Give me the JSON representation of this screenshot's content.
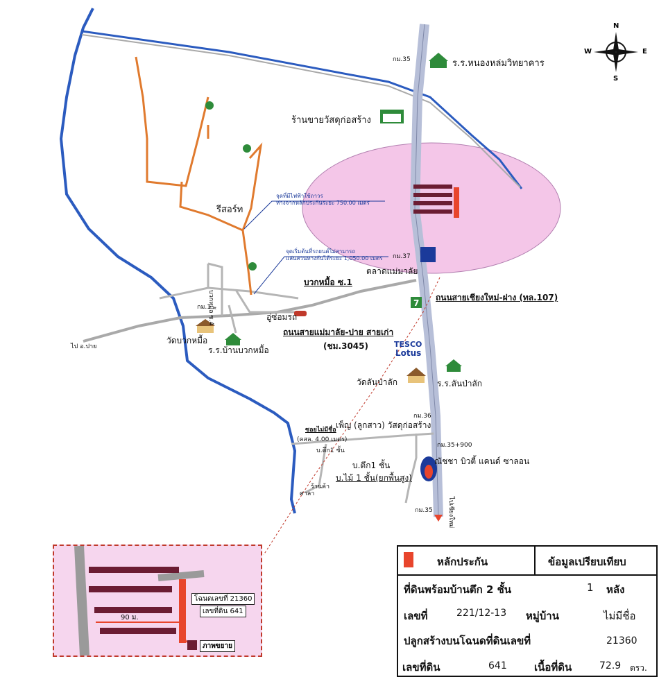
{
  "compass": {
    "n": "N",
    "s": "S",
    "e": "E",
    "w": "W"
  },
  "labels": {
    "school_nonglom": "ร.ร.หนองหล่มวิทยาคาร",
    "km35_top": "กม.35",
    "hardware_store": "ร้านขายวัสดุก่อสร้าง",
    "resort": "รีสอร์ท",
    "power_note_1": "จุดที่มีไฟฟ้าใช้ถาวร",
    "power_note_2": "ห่างจากหลักประกันระยะ 750.00 เมตร",
    "start_note_1": "จุดเริ่มต้นที่รถยนต์ไม่สามารถ",
    "start_note_2": "แล่นสวนทางกันได้ระยะ 1,050.00 เมตร",
    "km37": "กม.37",
    "mae_malai_market": "ตลาดแม่มาลัย",
    "buak_muea_junction": "บวกหมื้อ ซ.1",
    "soi_4": "บวกหมื้อ ซ.4",
    "garage": "อู่ซ่อมรถ",
    "km1": "กม.1",
    "wat_buak_muea": "วัดบวกหมื้อ",
    "school_buak_muea": "ร.ร.บ้านบวกหมื้อ",
    "road_mae_malai_pai": "ถนนสายแม่มาลัย-ปาย สายเก่า",
    "road_code_3045": "(ชม.3045)",
    "road_chiangmai_fang": "ถนนสายเชียงใหม่-ฝาง (ทล.107)",
    "to_pai": "ไป อ.ปาย",
    "tesco_1": "TESCO",
    "tesco_2": "Lotus",
    "wat_lan_pa_lak": "วัดลันป่าลัก",
    "school_lan_pa_lak": "ร.ร.ลันป่าลัก",
    "km36": "กม.36",
    "km35_900": "กม.35+900",
    "phen_store": "เพ็ญ (ลูกสาว) วัสดุก่อสร้าง",
    "unnamed_soi": "ซอยไม่มีชื่อ",
    "soi_width": "(คสล. 4.00 เมตร)",
    "house_1_storey_top": "บ.ตึก1 ชั้น",
    "house_1_storey": "บ.ตึก1 ชั้น",
    "wood_house": "บ.ไม้ 1 ชั้น(ยกพื้นสูง)",
    "shop": "ร้านค้า",
    "sala": "ศาลา",
    "salon": "ณัชชา บิวตี้ แคนด์ ซาลอน",
    "km35_bottom": "กม.35",
    "to_chiangmai": "ไปเชียงใหม่"
  },
  "inset": {
    "deed_no": "โฉนดเลขที่ 21360",
    "land_no": "เลขที่ดิน 641",
    "distance": "90 ม.",
    "enlarged": "ภาพขยาย"
  },
  "table": {
    "collateral_header": "หลักประกัน",
    "comparison_header": "ข้อมูลเปรียบเทียบ",
    "property_type": "ที่ดินพร้อมบ้านตึก 2 ชั้น",
    "unit_count": "1",
    "unit_label": "หลัง",
    "house_no_label": "เลขที่",
    "house_no": "221/12-13",
    "village_label": "หมู่บ้าน",
    "village": "ไม่มีชื่อ",
    "deed_label": "ปลูกสร้างบนโฉนดที่ดินเลขที่",
    "deed_no": "21360",
    "land_no_label": "เลขที่ดิน",
    "land_no": "641",
    "area_label": "เนื้อที่ดิน",
    "area": "72.9",
    "area_unit": "ตรว."
  },
  "colors": {
    "river": "#2b5bbf",
    "road": "#a9a9a9",
    "highway": "#9fa8c8",
    "orange_path": "#e07a2e",
    "pink_zone": "#f4c6e8",
    "marker_red": "#e8452c",
    "blue_leader": "#1b3a9a"
  }
}
